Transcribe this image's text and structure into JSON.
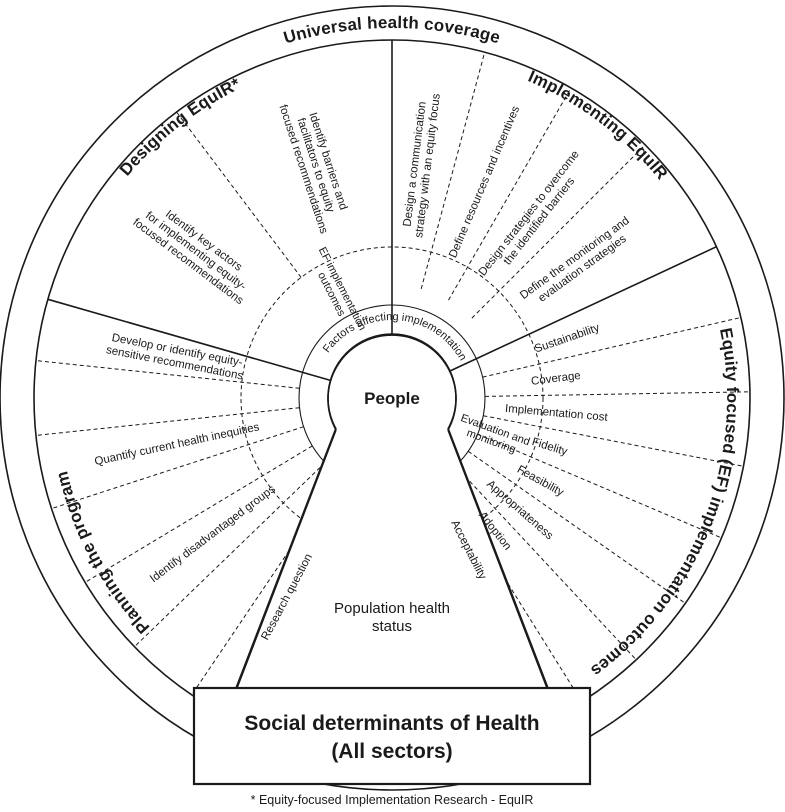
{
  "rings": {
    "universal_health_coverage": "Universal health coverage",
    "designing": "Designing EquIR*",
    "implementing": "Implementing EquIR",
    "equity_focused": "Equity focused (EF) implementation outcomes",
    "planning": "Planning the program"
  },
  "designing_items": [
    [
      "Identify barriers and",
      "facilitators to equity",
      "focused recommendations"
    ],
    [
      "Identify key actors",
      "for implementing equity-",
      "focused recommendations"
    ]
  ],
  "implementing_items": [
    [
      "Design a communication",
      "strategy with an equity focus"
    ],
    [
      "Define resources and incentives"
    ],
    [
      "Design strategies to overcome",
      "the identified barriers"
    ],
    [
      "Define the monitoring and",
      "evaluation strategies"
    ]
  ],
  "outcome_items": [
    "Sustainability",
    "Coverage",
    "Implementation cost",
    "Fidelity",
    "Feasibility",
    "Appropriateness",
    "Adoption",
    "Acceptability"
  ],
  "planning_items": [
    [
      "Develop or identify equity-",
      "sensitive recommendations"
    ],
    [
      "Quantify current health inequities"
    ],
    [
      "Identify disadvantaged groups"
    ],
    [
      "Research question"
    ]
  ],
  "inner": {
    "ef_outcomes": [
      "EF implementation",
      "outcomes"
    ],
    "factors": "Factors affecting implementation",
    "evaluation": [
      "Evaluation and",
      "monitoring"
    ]
  },
  "center": {
    "people": "People",
    "population": [
      "Population health",
      "status"
    ]
  },
  "box": {
    "line1": "Social determinants of Health",
    "line2": "(All sectors)"
  },
  "footnote": "* Equity-focused Implementation Research - EquIR"
}
